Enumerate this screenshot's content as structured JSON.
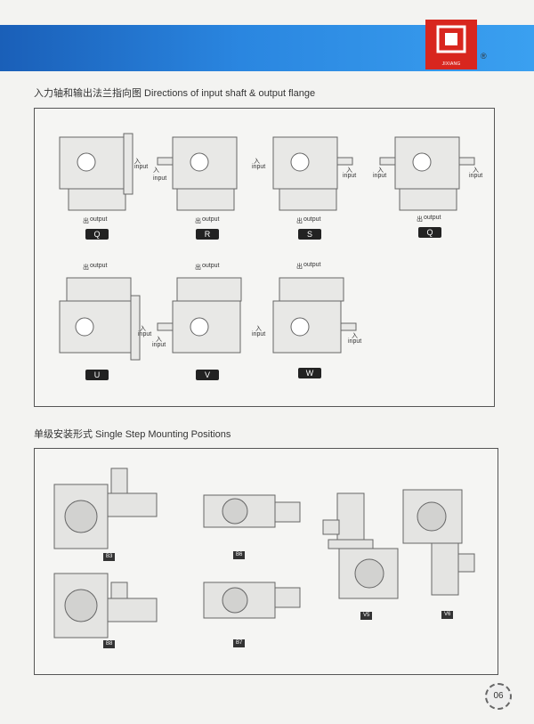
{
  "header": {
    "logo_text": "JI XIANG",
    "logo_caption": "JIXIANG",
    "reg_mark": "®"
  },
  "sections": {
    "directions_title": "入力轴和输出法兰指向图 Directions of input shaft & output flange",
    "mounting_title": "单级安装形式 Single Step Mounting Positions"
  },
  "directions": {
    "input": "input",
    "output": "output",
    "in_cn": "入",
    "out_cn": "出",
    "row1": [
      "Q",
      "R",
      "S",
      "Q"
    ],
    "row2": [
      "U",
      "V",
      "W"
    ]
  },
  "mounting": {
    "positions": [
      "B3",
      "B6",
      "V5",
      "V6",
      "B8",
      "B7"
    ]
  },
  "page_number": "06"
}
